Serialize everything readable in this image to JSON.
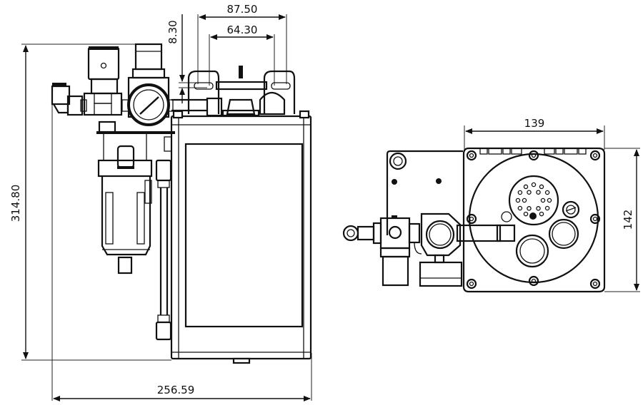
{
  "drawing": {
    "views": [
      "front-view",
      "side-view"
    ],
    "line_color": "#111111",
    "background": "#ffffff"
  },
  "dimensions": {
    "overall_height": "314.80",
    "overall_width": "256.59",
    "top_outer_span": "87.50",
    "top_inner_span": "64.30",
    "top_offset": "8.30",
    "side_width": "139",
    "side_height": "142"
  }
}
